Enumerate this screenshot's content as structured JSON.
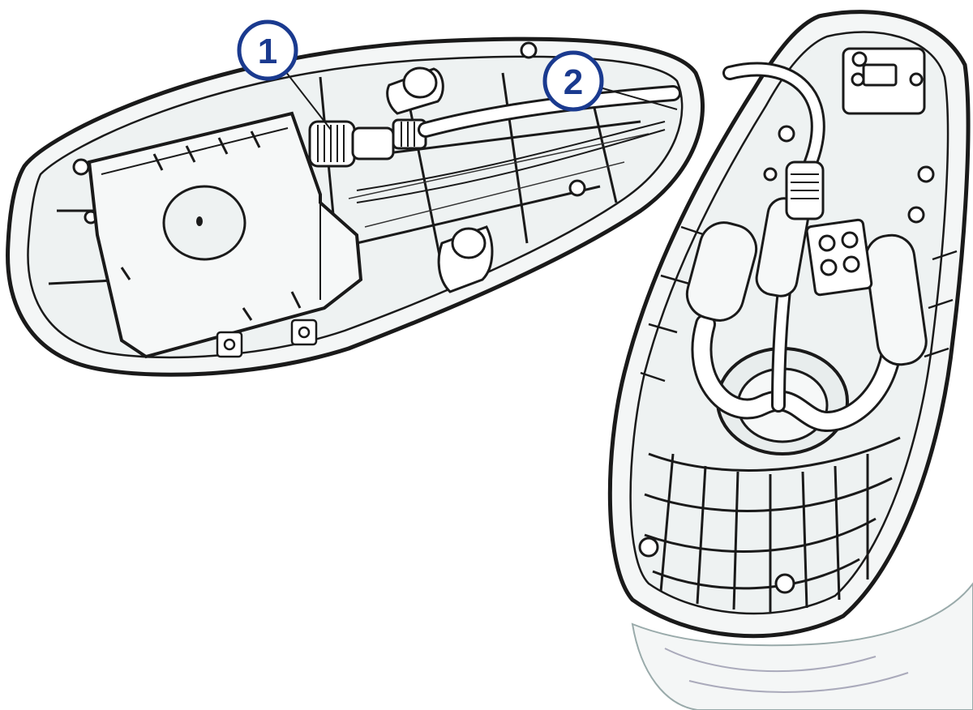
{
  "callouts": [
    {
      "id": "1",
      "label": "1"
    },
    {
      "id": "2",
      "label": "2"
    }
  ],
  "colors": {
    "callout_stroke": "#1a3a8f",
    "callout_fill": "#ffffff",
    "line_art": "#1a1a1a",
    "housing_fill": "#f4f6f6",
    "shadow_fill": "#dfe5e5"
  },
  "icons": {
    "housing_cover": "open-housing-cover-illustration",
    "housing_base": "open-housing-base-illustration",
    "connector": "cable-connector-illustration"
  }
}
